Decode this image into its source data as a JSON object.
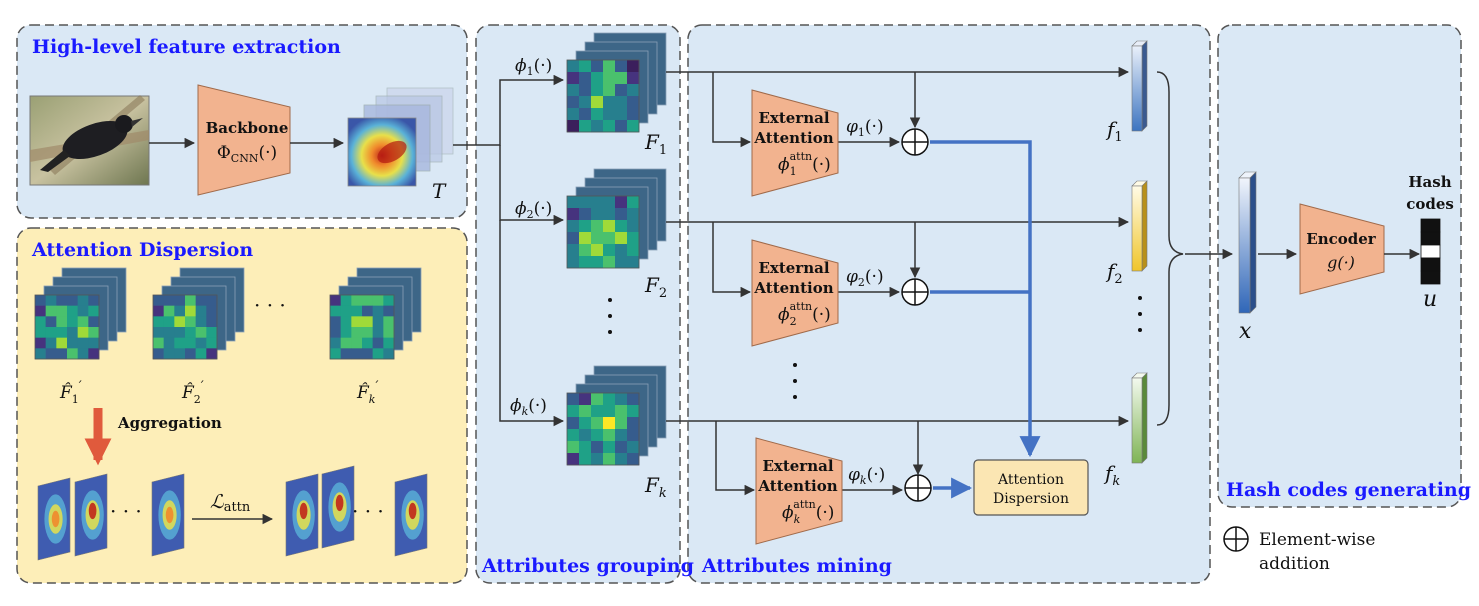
{
  "panels": {
    "feature_extraction": "High-level feature extraction",
    "attention_dispersion": "Attention Dispersion",
    "attributes_grouping": "Attributes grouping",
    "attributes_mining": "Attributes mining",
    "hash_generating": "Hash codes generating"
  },
  "backbone": {
    "title": "Backbone",
    "fn": "Φ",
    "sub": "CNN",
    "args": "(·)"
  },
  "feature_map_label": "T",
  "dispersion_panel": {
    "maps": [
      {
        "label": "F̂",
        "sub": "1",
        "prime": "′"
      },
      {
        "label": "F̂",
        "sub": "2",
        "prime": "′"
      },
      {
        "label": "F̂",
        "sub": "k",
        "prime": "′"
      }
    ],
    "ellipsis": "· · ·",
    "aggregation": "Aggregation",
    "loss": {
      "label": "ℒ",
      "sub": "attn"
    }
  },
  "grouping": {
    "phis": [
      {
        "sym": "ϕ",
        "sub": "1",
        "args": "(·)"
      },
      {
        "sym": "ϕ",
        "sub": "2",
        "args": "(·)"
      },
      {
        "sym": "ϕ",
        "sub": "k",
        "args": "(·)"
      }
    ],
    "maps": [
      {
        "sym": "F",
        "sub": "1"
      },
      {
        "sym": "F",
        "sub": "2"
      },
      {
        "sym": "F",
        "sub": "k"
      }
    ]
  },
  "mining": {
    "ea_title_line1": "External",
    "ea_title_line2": "Attention",
    "ea": [
      {
        "sym": "ϕ",
        "sub": "1",
        "sup": "attn",
        "args": "(·)",
        "out_sym": "φ",
        "out_sub": "1",
        "out_args": "(·)"
      },
      {
        "sym": "ϕ",
        "sub": "2",
        "sup": "attn",
        "args": "(·)",
        "out_sym": "φ",
        "out_sub": "2",
        "out_args": "(·)"
      },
      {
        "sym": "ϕ",
        "sub": "k",
        "sup": "attn",
        "args": "(·)",
        "out_sym": "φ",
        "out_sub": "k",
        "out_args": "(·)"
      }
    ],
    "dispersion_box_line1": "Attention",
    "dispersion_box_line2": "Dispersion",
    "features": [
      {
        "sym": "f",
        "sub": "1"
      },
      {
        "sym": "f",
        "sub": "2"
      },
      {
        "sym": "f",
        "sub": "k"
      }
    ]
  },
  "hash": {
    "x_label": "x",
    "encoder_title": "Encoder",
    "encoder_fn": "g(·)",
    "codes_line1": "Hash",
    "codes_line2": "codes",
    "u_label": "u"
  },
  "legend": {
    "line1": "Element-wise",
    "line2": "addition"
  },
  "colors": {
    "blue_panel": "#dae8f5",
    "yellow_panel": "#fdeeb8",
    "orange_block": "#f2b38f",
    "blue_arrow": "#4472c4",
    "title_blue": "#1a1aff",
    "dispersion_box": "#fbe6b3"
  }
}
